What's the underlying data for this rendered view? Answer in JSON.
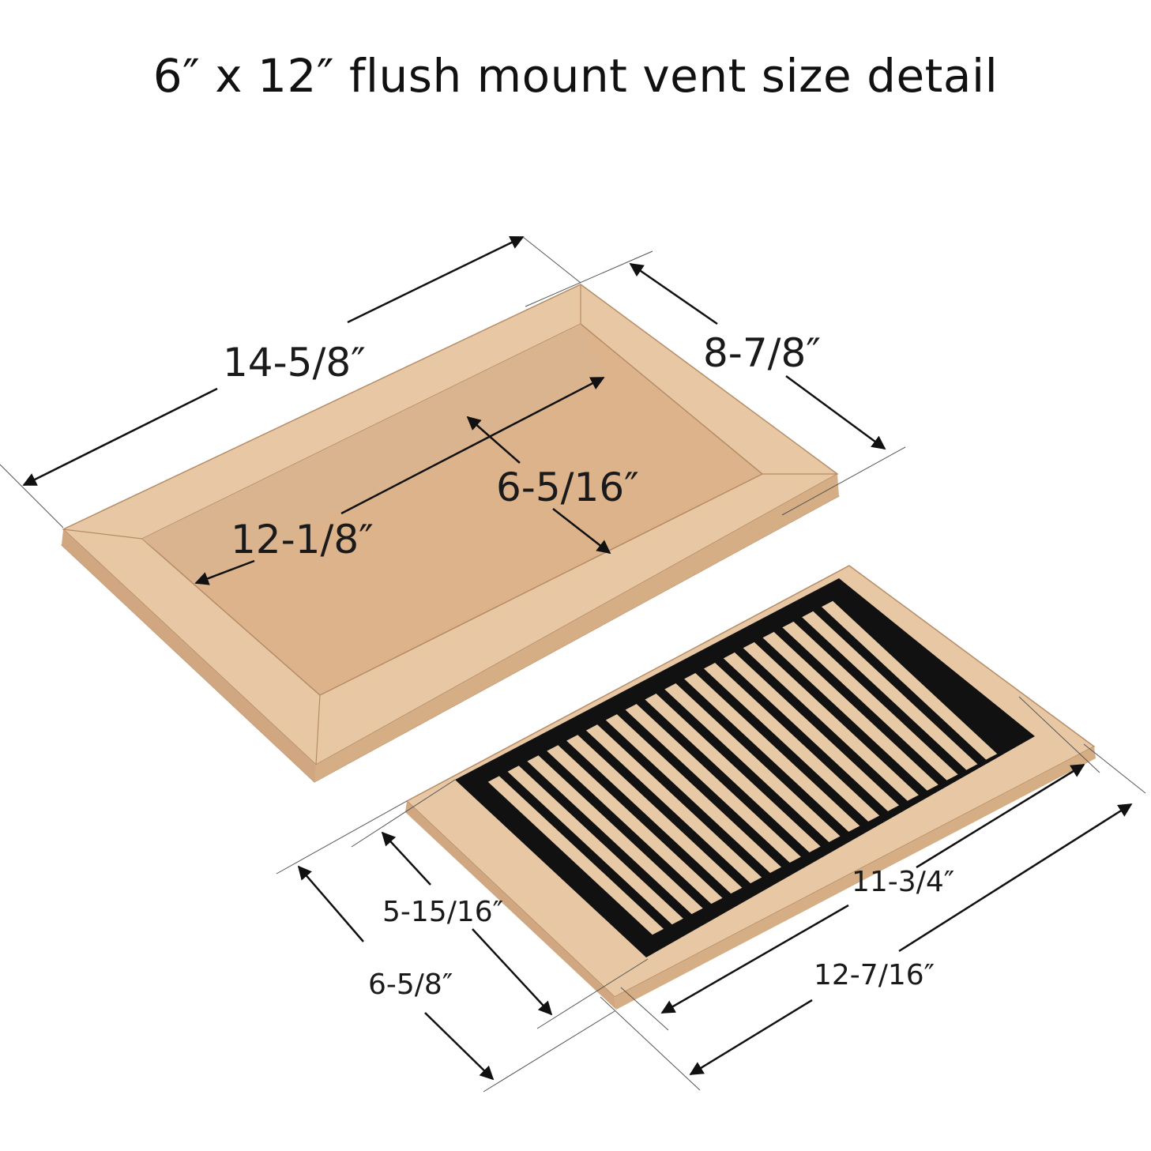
{
  "title": "6″  x 12″   flush mount vent size detail",
  "parts": {
    "frame": {
      "name": "",
      "color": "#e7c9a6"
    },
    "vent": {
      "name": "",
      "color": "#e7c9a6",
      "grille_color": "#111111"
    }
  },
  "dimensions": {
    "frame_outer_length": "14-5/8″",
    "frame_outer_width": "8-7/8″",
    "frame_inner_length": "12-1/8″",
    "frame_inner_width": "6-5/16″",
    "vent_top_length": "11-3/4″",
    "vent_top_width": "5-15/16″",
    "vent_bottom_length": "12-7/16″",
    "vent_bottom_width": "6-5/8″"
  }
}
